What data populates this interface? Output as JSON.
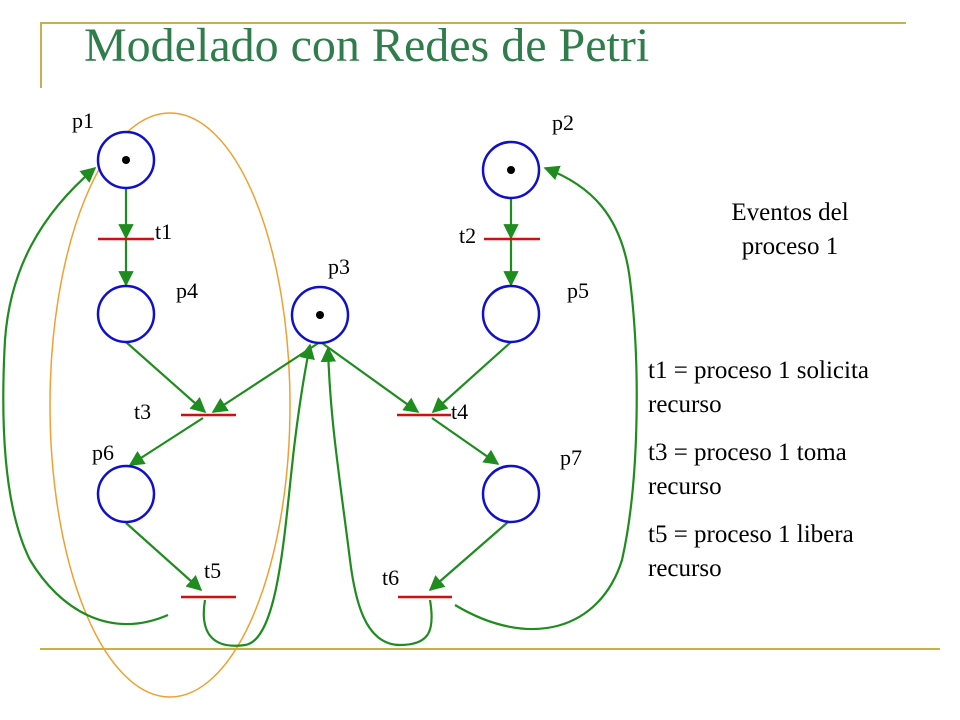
{
  "slide": {
    "title": "Modelado con Redes de Petri",
    "colors": {
      "title": "#2e7d4a",
      "arc": "#1e8c1e",
      "place": "#1010cc",
      "transition": "#d01010",
      "highlight": "#f0a030",
      "rule": "#c8b04a"
    }
  },
  "places": [
    {
      "id": "p1",
      "label": "p1",
      "tokens": 1
    },
    {
      "id": "p2",
      "label": "p2",
      "tokens": 1
    },
    {
      "id": "p3",
      "label": "p3",
      "tokens": 1
    },
    {
      "id": "p4",
      "label": "p4",
      "tokens": 0
    },
    {
      "id": "p5",
      "label": "p5",
      "tokens": 0
    },
    {
      "id": "p6",
      "label": "p6",
      "tokens": 0
    },
    {
      "id": "p7",
      "label": "p7",
      "tokens": 0
    }
  ],
  "transitions": [
    {
      "id": "t1",
      "label": "t1"
    },
    {
      "id": "t2",
      "label": "t2"
    },
    {
      "id": "t3",
      "label": "t3"
    },
    {
      "id": "t4",
      "label": "t4"
    },
    {
      "id": "t5",
      "label": "t5"
    },
    {
      "id": "t6",
      "label": "t6"
    }
  ],
  "events": {
    "heading_line1": "Eventos del",
    "heading_line2": "proceso 1",
    "items": [
      {
        "line1": "t1 = proceso 1 solicita",
        "line2": "recurso"
      },
      {
        "line1": "t3 = proceso 1 toma",
        "line2": "recurso"
      },
      {
        "line1": "t5 = proceso 1 libera",
        "line2": "recurso"
      }
    ]
  }
}
